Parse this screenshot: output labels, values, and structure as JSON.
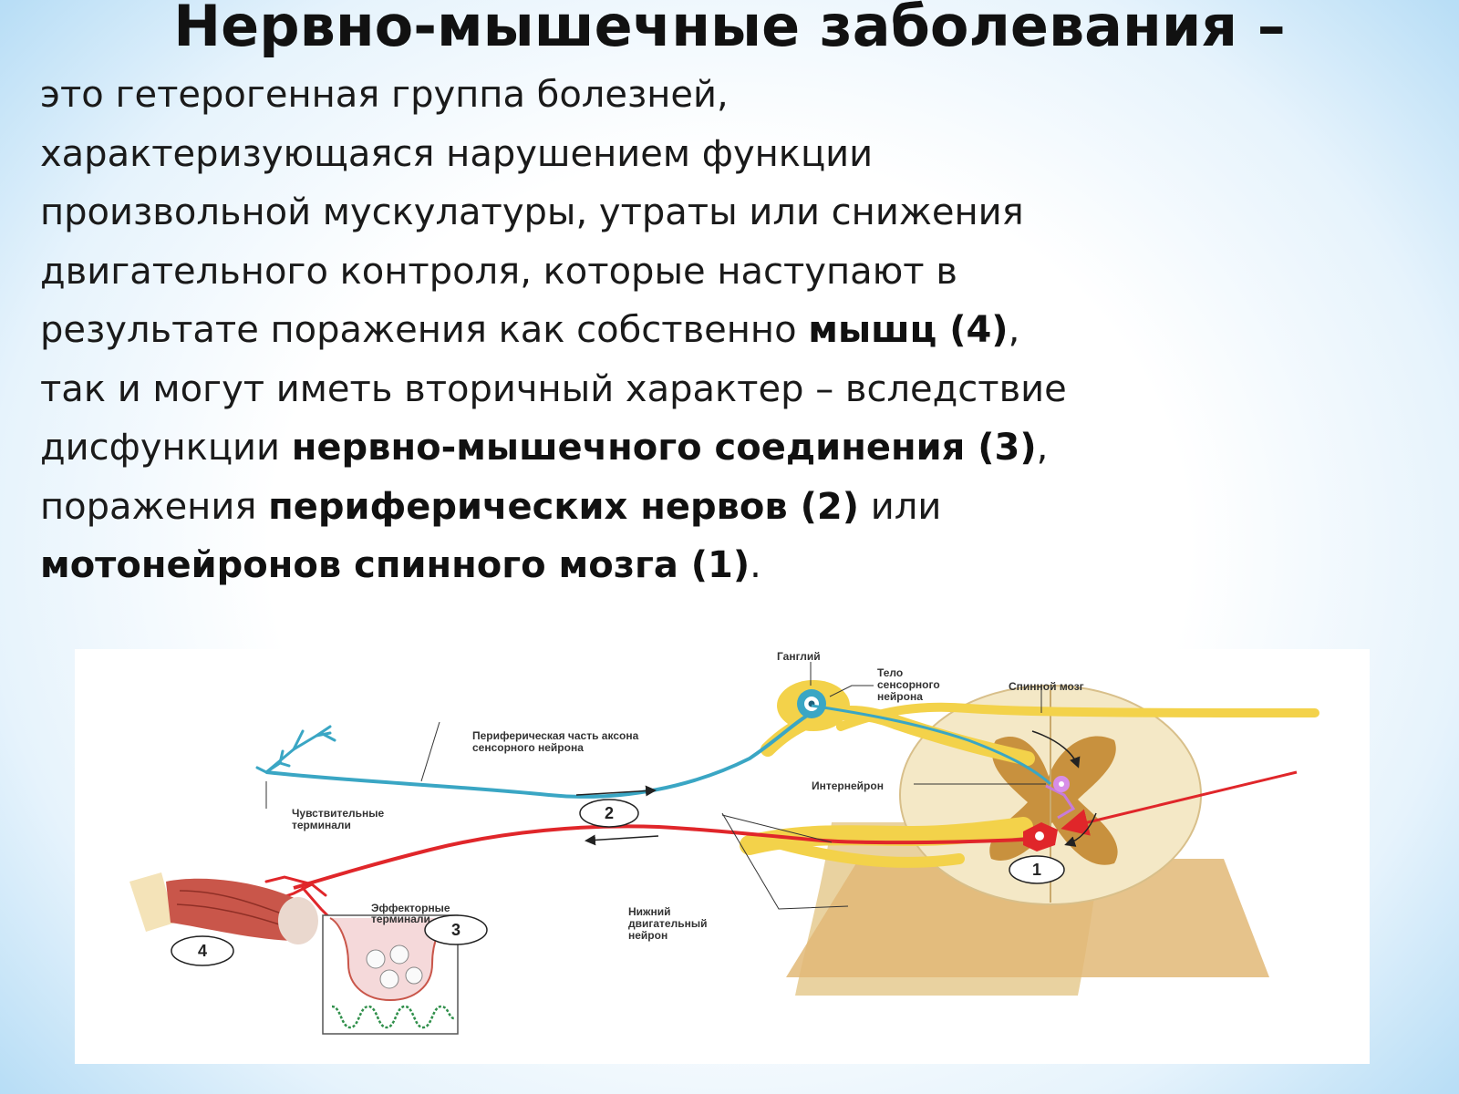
{
  "title": "Нервно-мышечные заболевания –",
  "definition": {
    "l1": "это гетерогенная группа болезней,",
    "l2": "характеризующаяся нарушением функции",
    "l3": "произвольной мускулатуры, утраты или снижения",
    "l4": "двигательного контроля, которые наступают в",
    "l5_pre": "результате поражения как собственно ",
    "l5_bold": "мышц (4)",
    "l5_post": ",",
    "l6": "так и могут иметь вторичный характер – вследствие",
    "l7_pre": "дисфункции ",
    "l7_bold": "нервно-мышечного соединения (3)",
    "l7_post": ",",
    "l8_pre": "поражения ",
    "l8_bold": "периферических нервов (2)",
    "l8_post": " или",
    "l9_bold": "мотонейронов спинного мозга (1)",
    "l9_post": "."
  },
  "figure": {
    "labels": {
      "ganglion": "Ганглий",
      "sensory_body_1": "Тело",
      "sensory_body_2": "сенсорного",
      "sensory_body_3": "нейрона",
      "spinal_cord": "Спинной мозг",
      "peripheral_axon_1": "Периферическая часть аксона",
      "peripheral_axon_2": "сенсорного нейрона",
      "interneuron": "Интернейрон",
      "sensory_terminals_1": "Чувствительные",
      "sensory_terminals_2": "терминали",
      "effector_terminals_1": "Эффекторные",
      "effector_terminals_2": "терминали",
      "lower_motor_1": "Нижний",
      "lower_motor_2": "двигательный",
      "lower_motor_3": "нейрон"
    },
    "markers": {
      "m1": "1",
      "m2": "2",
      "m3": "3",
      "m4": "4"
    },
    "colors": {
      "sensory": "#3aa6c4",
      "motor": "#e0262a",
      "nerve": "#f3d24a",
      "grey_matter": "#c8913e",
      "white_matter": "#f4e8c6"
    }
  }
}
